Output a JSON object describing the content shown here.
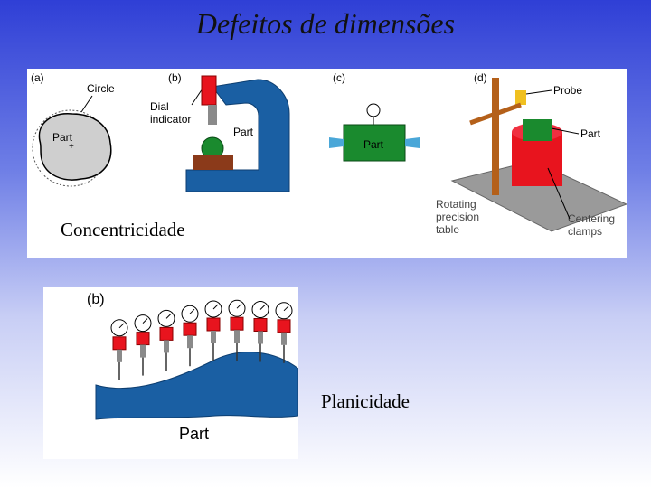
{
  "title": "Defeitos de dimensões",
  "top_panel": {
    "caption": "Concentricidade",
    "sub_a": {
      "letter": "(a)",
      "circle_label": "Circle",
      "part_label": "Part"
    },
    "sub_b": {
      "letter": "(b)",
      "dial_label_1": "Dial",
      "dial_label_2": "indicator",
      "part_label": "Part"
    },
    "sub_c": {
      "letter": "(c)",
      "part_label": "Part"
    },
    "sub_d": {
      "letter": "(d)",
      "probe_label": "Probe",
      "part_label": "Part",
      "table_label_1": "Rotating",
      "table_label_2": "precision",
      "table_label_3": "table",
      "clamp_label_1": "Centering",
      "clamp_label_2": "clamps"
    }
  },
  "bottom_panel": {
    "letter": "(b)",
    "part_label": "Part",
    "caption": "Planicidade",
    "dial_count": 8
  },
  "colors": {
    "part_blue": "#1a5fa3",
    "indicator_red": "#e8141e",
    "part_green": "#1a8a2e",
    "gray_part": "#cfcfcf"
  }
}
